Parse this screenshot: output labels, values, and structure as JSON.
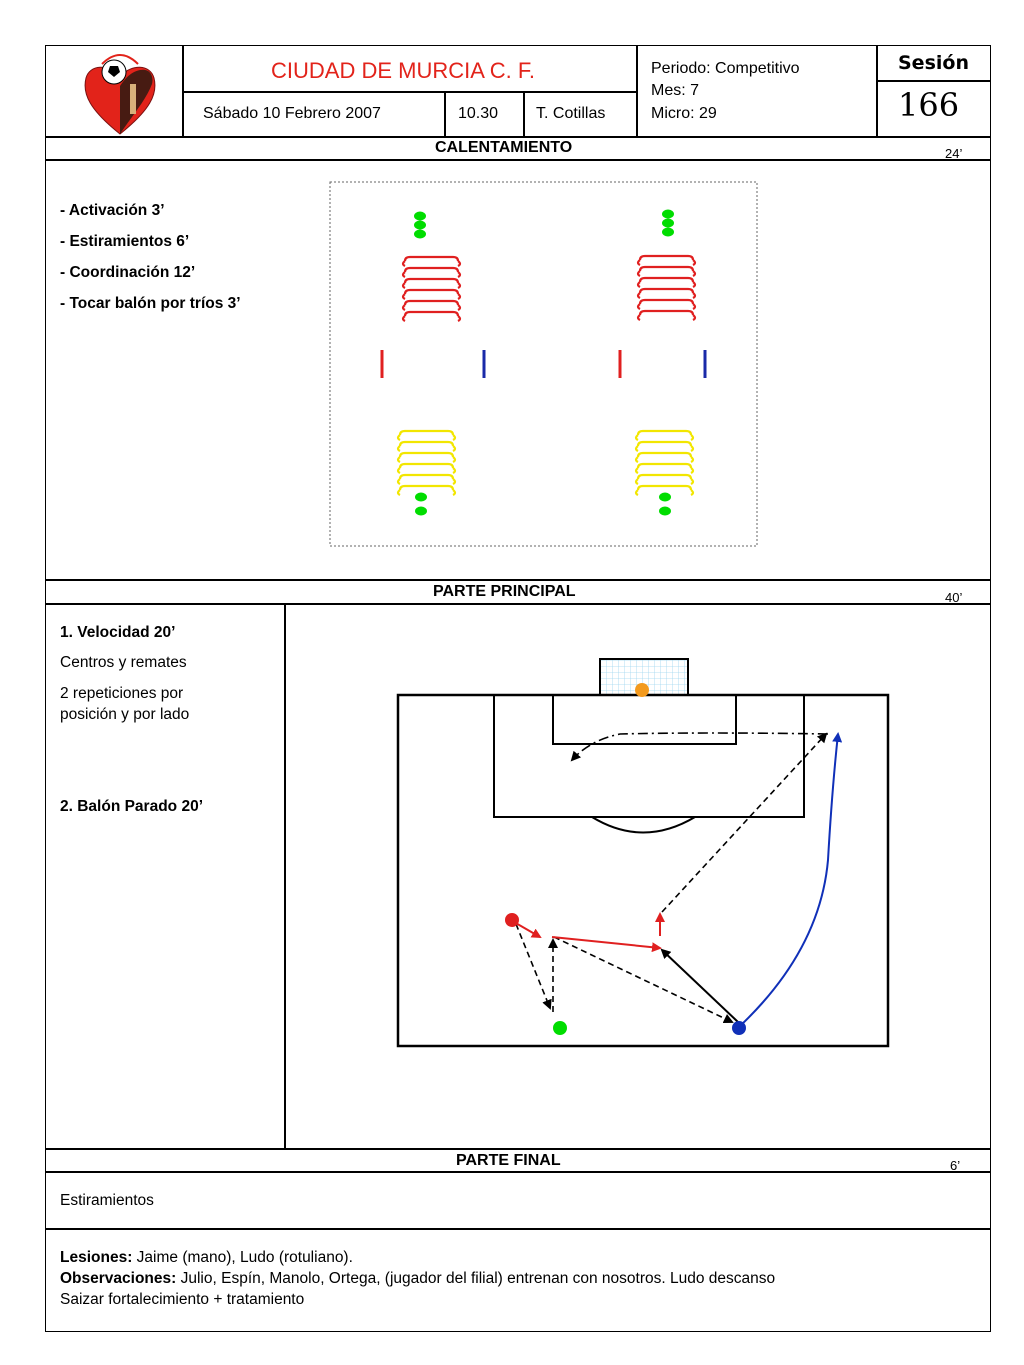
{
  "header": {
    "club_name": "CIUDAD DE MURCIA C. F.",
    "date": "Sábado  10 Febrero 2007",
    "time": "10.30",
    "coach": "T. Cotillas",
    "period": "Periodo: Competitivo",
    "month": "Mes: 7",
    "micro": "Micro: 29",
    "session_label": "Sesión",
    "session_number": "166"
  },
  "warmup": {
    "title": "CALENTAMIENTO",
    "minutes": "24’",
    "items": [
      "- Activación 3’",
      "- Estiramientos 6’",
      "- Coordinación 12’",
      "- Tocar balón por tríos 3’"
    ]
  },
  "main_part": {
    "title": "PARTE PRINCIPAL",
    "minutes": "40’",
    "exercise1_title": "1.  Velocidad 20’",
    "exercise1_desc": "Centros y remates",
    "exercise1_reps_line1": "2 repeticiones por",
    "exercise1_reps_line2": "posición y por lado",
    "exercise2_title": "2. Balón Parado 20’"
  },
  "final_part": {
    "title": "PARTE FINAL",
    "minutes": "6’",
    "content": "Estiramientos"
  },
  "notes": {
    "injuries_label": "Lesiones:",
    "injuries_text": " Jaime (mano), Ludo (rotuliano).",
    "observations_label": "Observaciones:",
    "observations_text": "  Julio, Espín, Manolo, Ortega, (jugador del filial) entrenan con nosotros. Ludo descanso",
    "observations_line2": "Saizar fortalecimiento + tratamiento"
  },
  "colors": {
    "club_red": "#e2231a",
    "hurdle_red": "#e02020",
    "hurdle_yellow": "#f2e600",
    "marker_green": "#00dd00",
    "pole_blue": "#1a2aa8",
    "keeper_orange": "#f39a1e",
    "run_blue": "#1030b8"
  },
  "icons": {
    "club_crest": "crest-icon"
  }
}
